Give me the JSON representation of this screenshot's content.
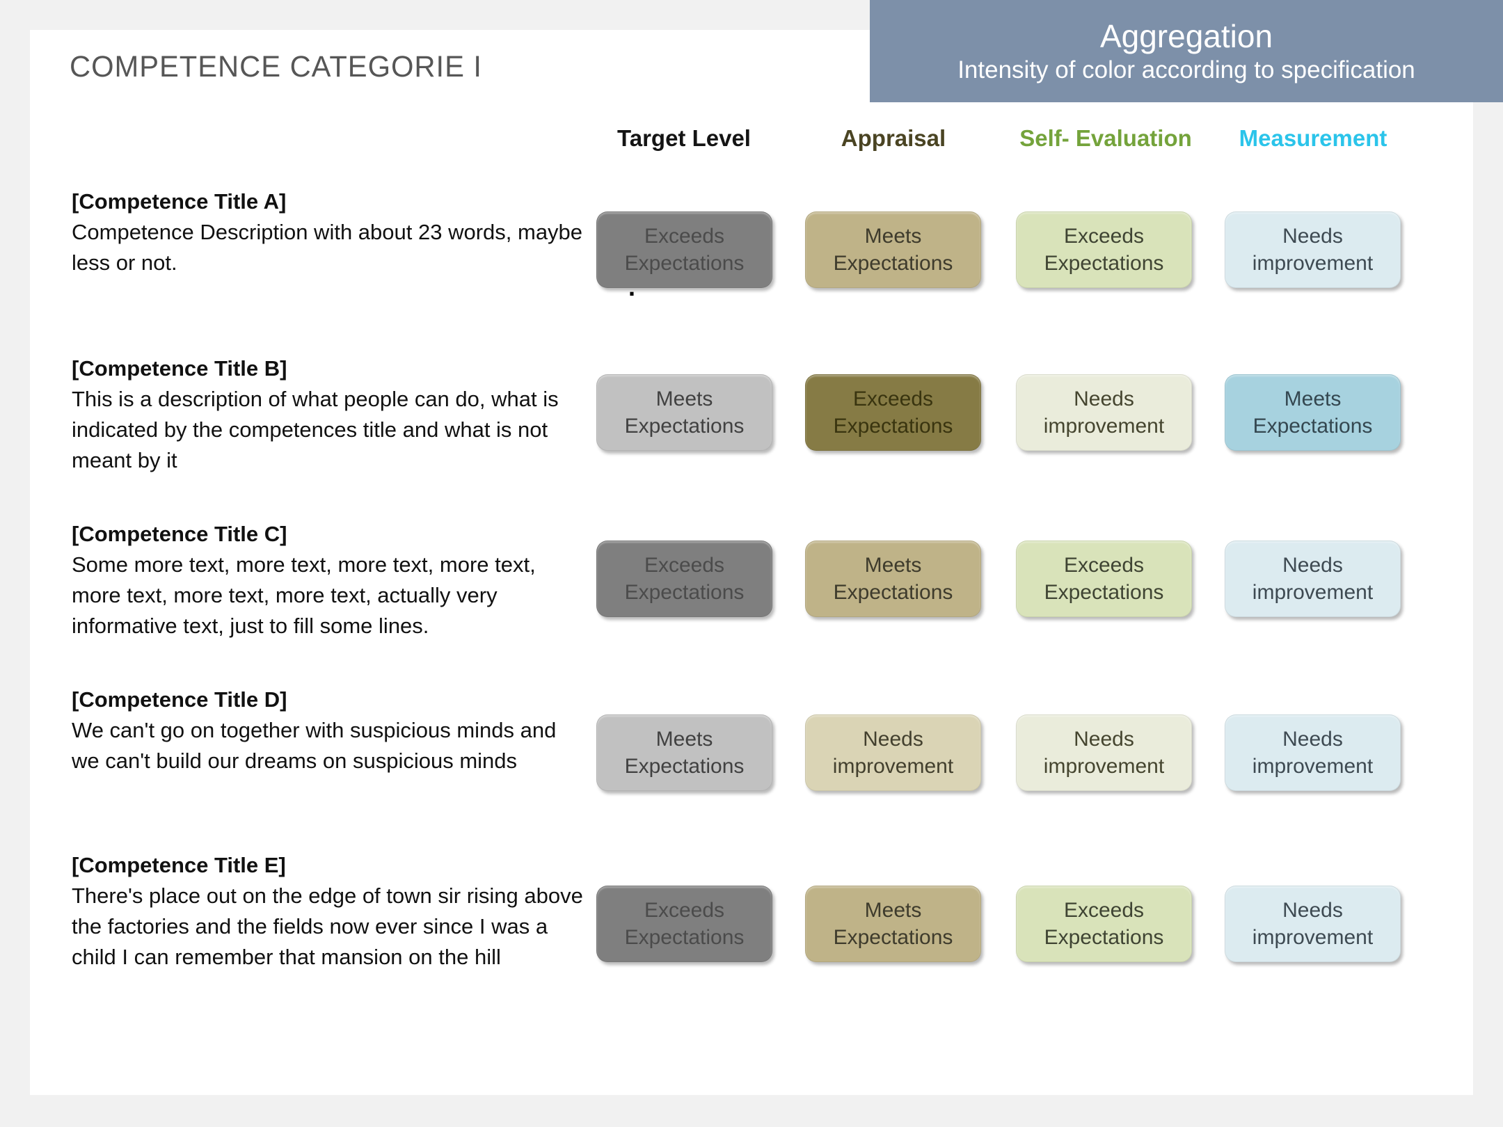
{
  "page": {
    "title": "COMPETENCE CATEGORIE I",
    "stray_mark": "."
  },
  "banner": {
    "title": "Aggregation",
    "subtitle": "Intensity of color according to specification",
    "bg_color": "#7D90A9",
    "text_color": "#FFFFFF"
  },
  "columns": [
    {
      "label": "Target Level",
      "color": "#141414"
    },
    {
      "label": "Appraisal",
      "color": "#4A4423"
    },
    {
      "label": "Self- Evaluation",
      "color": "#74A33B"
    },
    {
      "label": "Measurement",
      "color": "#2BC4EA"
    }
  ],
  "palette": {
    "gray_dark": {
      "bg": "#7F7F7F",
      "text": "#4B4B4B"
    },
    "gray_light": {
      "bg": "#C1C1C1",
      "text": "#414141"
    },
    "tan": {
      "bg": "#BFB388",
      "text": "#3E3B2C"
    },
    "tan_light": {
      "bg": "#DAD4B5",
      "text": "#43402E"
    },
    "olive_dark": {
      "bg": "#867B45",
      "text": "#39340F"
    },
    "cream": {
      "bg": "#EAECDB",
      "text": "#45452F"
    },
    "green_light": {
      "bg": "#D9E3BA",
      "text": "#3F4433"
    },
    "blue_light": {
      "bg": "#DCEBF0",
      "text": "#3E4A52"
    },
    "blue_mid": {
      "bg": "#A7D2DF",
      "text": "#344750"
    }
  },
  "rows": [
    {
      "title": "[Competence Title A]",
      "description": "Competence Description with about 23 words, maybe less or not.",
      "cells": [
        {
          "label": "Exceeds Expectations",
          "color": "gray_dark"
        },
        {
          "label": "Meets Expectations",
          "color": "tan"
        },
        {
          "label": "Exceeds Expectations",
          "color": "green_light"
        },
        {
          "label": "Needs improvement",
          "color": "blue_light"
        }
      ]
    },
    {
      "title": "[Competence Title B]",
      "description": "This is a description of what people can do, what is indicated by the competences title and what is not meant by it",
      "cells": [
        {
          "label": "Meets Expectations",
          "color": "gray_light"
        },
        {
          "label": "Exceeds Expectations",
          "color": "olive_dark"
        },
        {
          "label": "Needs improvement",
          "color": "cream"
        },
        {
          "label": "Meets Expectations",
          "color": "blue_mid"
        }
      ]
    },
    {
      "title": "[Competence Title C]",
      "description": "Some more text, more text, more text, more text, more text, more text, more text, actually very informative text, just to fill some lines.",
      "cells": [
        {
          "label": "Exceeds Expectations",
          "color": "gray_dark"
        },
        {
          "label": "Meets Expectations",
          "color": "tan"
        },
        {
          "label": "Exceeds Expectations",
          "color": "green_light"
        },
        {
          "label": "Needs improvement",
          "color": "blue_light"
        }
      ]
    },
    {
      "title": "[Competence Title D]",
      "description": "We can't go on together with suspicious minds and we can't build our dreams on suspicious minds",
      "cells": [
        {
          "label": "Meets Expectations",
          "color": "gray_light"
        },
        {
          "label": "Needs improvement",
          "color": "tan_light"
        },
        {
          "label": "Needs improvement",
          "color": "cream"
        },
        {
          "label": "Needs improvement",
          "color": "blue_light"
        }
      ]
    },
    {
      "title": "[Competence Title E]",
      "description": "There's place out on the edge of town sir  rising above the factories and the fields now ever since I was a child I can remember that mansion on the hill",
      "cells": [
        {
          "label": "Exceeds Expectations",
          "color": "gray_dark"
        },
        {
          "label": "Meets Expectations",
          "color": "tan"
        },
        {
          "label": "Exceeds Expectations",
          "color": "green_light"
        },
        {
          "label": "Needs improvement",
          "color": "blue_light"
        }
      ]
    }
  ]
}
